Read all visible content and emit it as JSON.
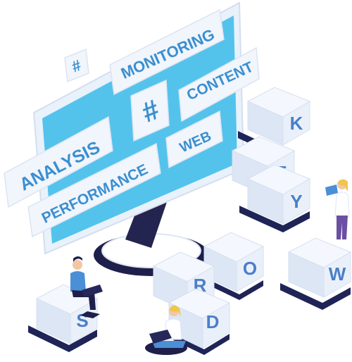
{
  "illustration": {
    "tags": {
      "hash_small": "#",
      "hash_large": "#",
      "monitoring": "MONITORING",
      "content": "CONTENT",
      "analysis": "ANALYSIS",
      "performance": "PERFORMANCE",
      "web": "WEB"
    },
    "cubes": {
      "k": "K",
      "e": "E",
      "y": "Y",
      "w": "W",
      "o": "O",
      "r": "R",
      "d": "D",
      "s": "S"
    },
    "colors": {
      "screen": "#53c3ec",
      "monitor_frame": "#e9f1fb",
      "stand_dark": "#1e1f4a",
      "cube_top": "#f4f7fd",
      "cube_left": "#dde6f5",
      "cube_right": "#eaf0fa",
      "cube_shadow": "#1f2457",
      "tag_text": "#3a8fd0",
      "letter_text": "#4a7fc9"
    }
  }
}
